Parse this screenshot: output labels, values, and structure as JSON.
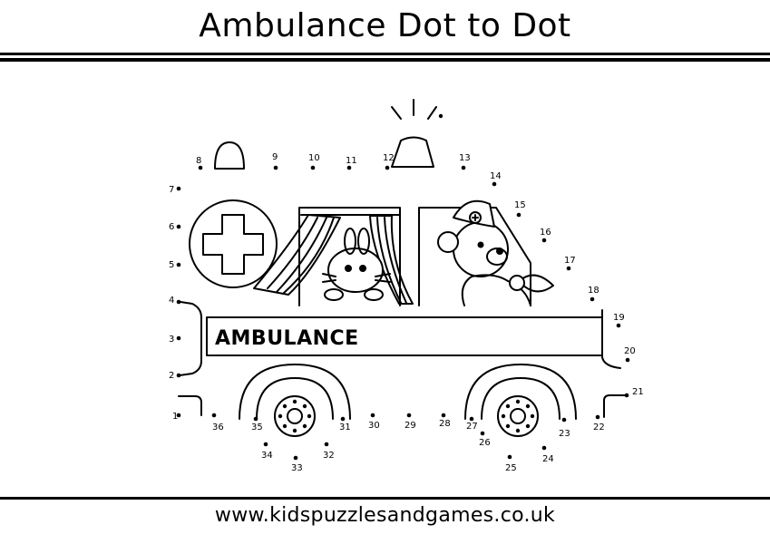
{
  "title": "Ambulance Dot to Dot",
  "banner_label": "AMBULANCE",
  "footer_url": "www.kidspuzzlesandgames.co.uk",
  "ink_color": "#000000",
  "dot_numbers": [
    "1",
    "2",
    "3",
    "4",
    "5",
    "6",
    "7",
    "8",
    "9",
    "10",
    "11",
    "12",
    "13",
    "14",
    "15",
    "16",
    "17",
    "18",
    "19",
    "20",
    "21",
    "22",
    "23",
    "24",
    "25",
    "26",
    "27",
    "28",
    "29",
    "30",
    "31",
    "32",
    "33",
    "34",
    "35",
    "36"
  ]
}
